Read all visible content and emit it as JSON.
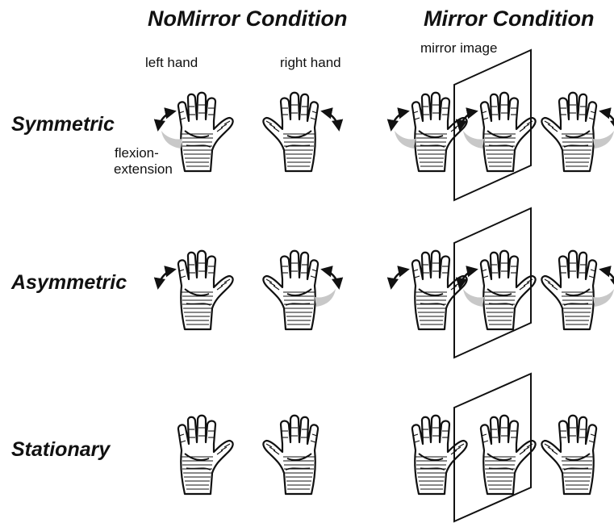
{
  "headers": {
    "nomirror": "NoMirror Condition",
    "mirror": "Mirror Condition"
  },
  "labels": {
    "left_hand": "left hand",
    "right_hand": "right hand",
    "mirror_image": "mirror image",
    "flexion_line1": "flexion-",
    "flexion_line2": "extension"
  },
  "rows": [
    {
      "label": "Symmetric"
    },
    {
      "label": "Asymmetric"
    },
    {
      "label": "Stationary"
    }
  ],
  "colors": {
    "ink": "#111111",
    "shadow": "#c8c8c8"
  },
  "icons": [
    "hand-icon",
    "motion-arrow-icon",
    "mirror-panel-icon"
  ]
}
